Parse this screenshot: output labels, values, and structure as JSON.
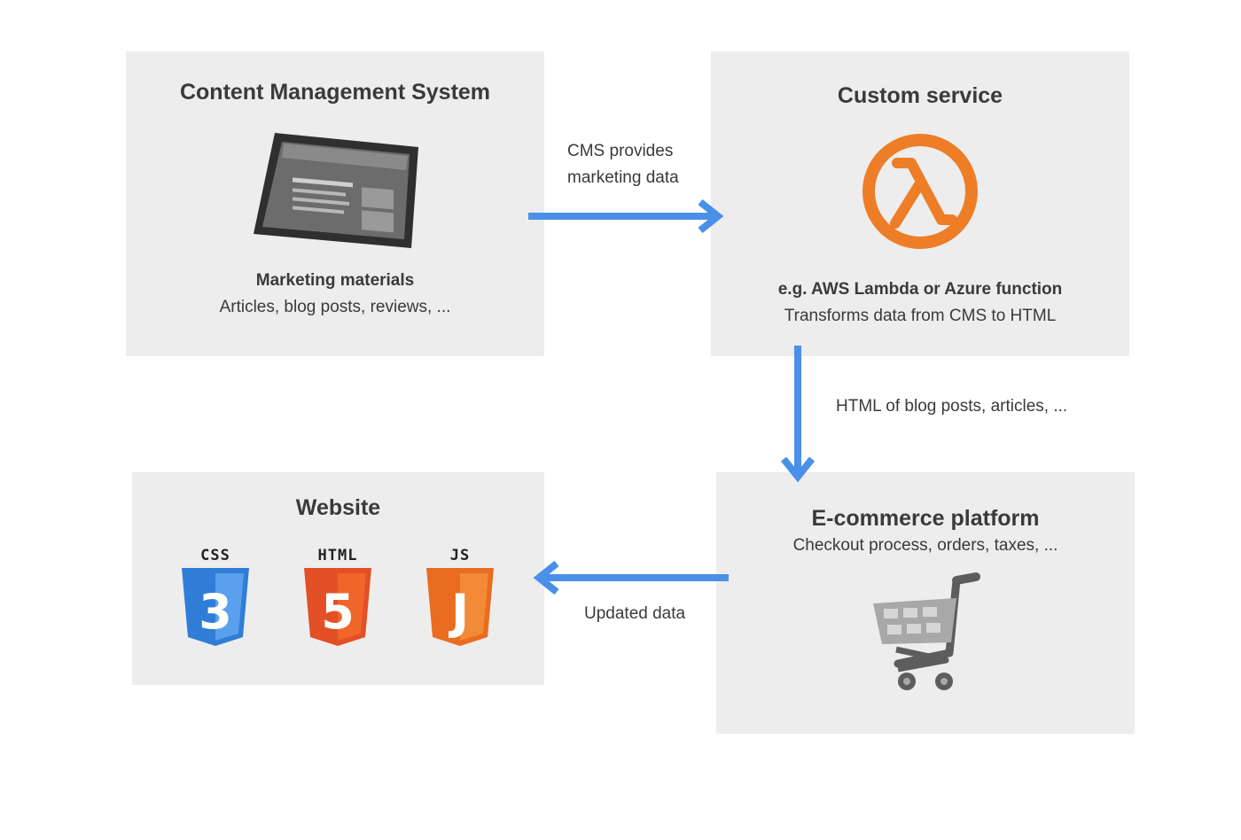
{
  "cms": {
    "title": "Content Management System",
    "subtitle": "Marketing materials",
    "description": "Articles, blog posts, reviews, ..."
  },
  "custom_service": {
    "title": "Custom service",
    "subtitle": "e.g. AWS Lambda or Azure function",
    "description": "Transforms data from CMS to HTML"
  },
  "ecommerce": {
    "title": "E-commerce platform",
    "description": "Checkout process, orders, taxes, ..."
  },
  "website": {
    "title": "Website",
    "badges": [
      {
        "label": "CSS",
        "glyph": "3",
        "color": "#2f7dd6"
      },
      {
        "label": "HTML",
        "glyph": "5",
        "color": "#e96228"
      },
      {
        "label": "JS",
        "glyph": "J",
        "color": "#ee7d27"
      }
    ]
  },
  "arrows": {
    "cms_to_service_line1": "CMS provides",
    "cms_to_service_line2": "marketing data",
    "service_to_ecommerce": "HTML of blog posts, articles, ...",
    "ecommerce_to_website": "Updated data"
  },
  "colors": {
    "arrow": "#4a90e8",
    "box": "#ededed",
    "lambda": "#ee7d27"
  }
}
